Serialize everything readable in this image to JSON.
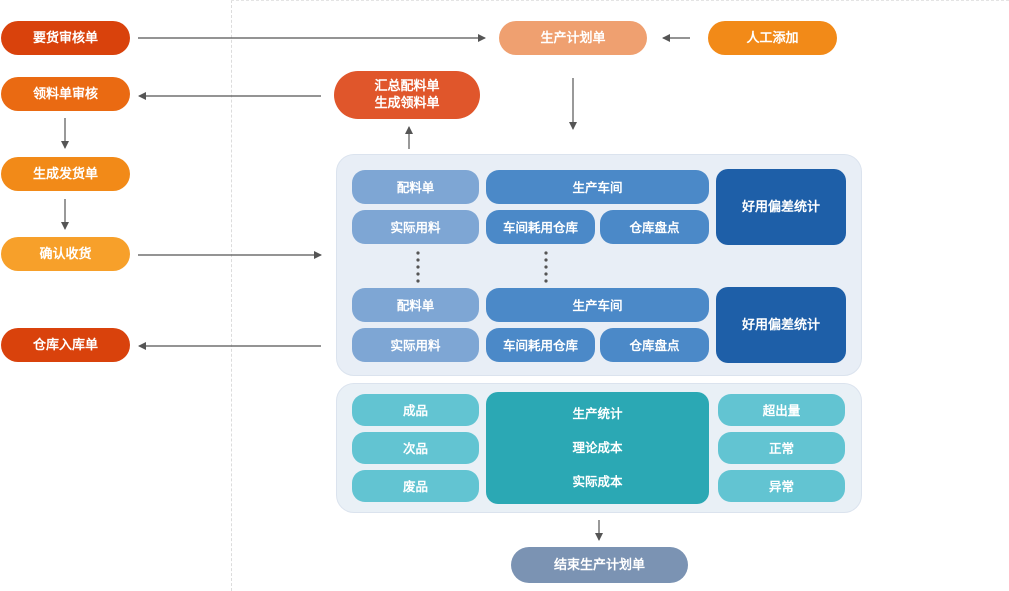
{
  "left_flow": {
    "review_request": "要货审核单",
    "review_picking": "领料单审核",
    "generate_shipping": "生成发货单",
    "confirm_receipt": "确认收货",
    "warehouse_entry": "仓库入库单"
  },
  "top": {
    "production_plan": "生产计划单",
    "manual_add": "人工添加",
    "summary_line1": "汇总配料单",
    "summary_line2": "生成领料单"
  },
  "workshop_group_1": {
    "batching": "配料单",
    "actual_material": "实际用料",
    "workshop": "生产车间",
    "workshop_warehouse": "车间耗用仓库",
    "inventory_check": "仓库盘点",
    "deviation_stats": "好用偏差统计"
  },
  "workshop_group_2": {
    "batching": "配料单",
    "actual_material": "实际用料",
    "workshop": "生产车间",
    "workshop_warehouse": "车间耗用仓库",
    "inventory_check": "仓库盘点",
    "deviation_stats": "好用偏差统计"
  },
  "product_panel": {
    "finished": "成品",
    "secondary": "次品",
    "waste": "废品",
    "production_stats": "生产统计",
    "theoretical_cost": "理论成本",
    "actual_cost": "实际成本",
    "over_output": "超出量",
    "normal": "正常",
    "abnormal": "异常"
  },
  "end": {
    "finish_plan": "结束生产计划单"
  },
  "colors": {
    "orange_dark": "#d9420c",
    "orange": "#f28a18",
    "peach": "#efa070",
    "blue_light": "#7ea6d4",
    "blue_mid": "#4b89c8",
    "blue_dark": "#1e5fa8",
    "teal_light": "#62c4d2",
    "teal_dark": "#2ba8b4",
    "slate": "#7b93b3",
    "arrow": "#555555"
  }
}
